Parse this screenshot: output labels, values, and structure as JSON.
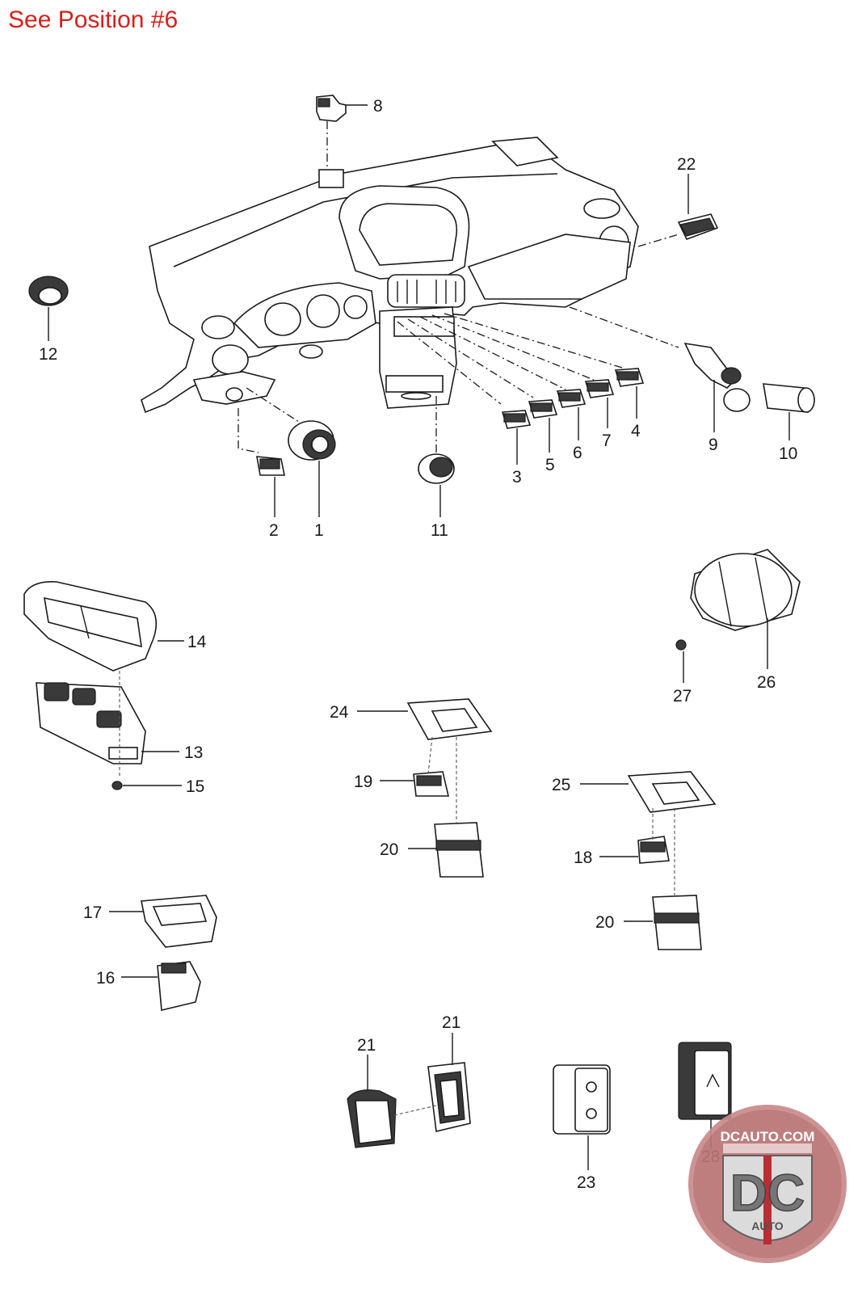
{
  "header": {
    "note": "See Position #6"
  },
  "callouts": [
    {
      "id": "c1",
      "text": "1"
    },
    {
      "id": "c2",
      "text": "2"
    },
    {
      "id": "c3",
      "text": "3"
    },
    {
      "id": "c4",
      "text": "4"
    },
    {
      "id": "c5",
      "text": "5"
    },
    {
      "id": "c6",
      "text": "6"
    },
    {
      "id": "c7",
      "text": "7"
    },
    {
      "id": "c8",
      "text": "8"
    },
    {
      "id": "c9",
      "text": "9"
    },
    {
      "id": "c10",
      "text": "10"
    },
    {
      "id": "c11",
      "text": "11"
    },
    {
      "id": "c12",
      "text": "12"
    },
    {
      "id": "c13",
      "text": "13"
    },
    {
      "id": "c14",
      "text": "14"
    },
    {
      "id": "c15",
      "text": "15"
    },
    {
      "id": "c16",
      "text": "16"
    },
    {
      "id": "c17",
      "text": "17"
    },
    {
      "id": "c18",
      "text": "18"
    },
    {
      "id": "c19",
      "text": "19"
    },
    {
      "id": "c20a",
      "text": "20"
    },
    {
      "id": "c20b",
      "text": "20"
    },
    {
      "id": "c21a",
      "text": "21"
    },
    {
      "id": "c21b",
      "text": "21"
    },
    {
      "id": "c22",
      "text": "22"
    },
    {
      "id": "c23",
      "text": "23"
    },
    {
      "id": "c24",
      "text": "24"
    },
    {
      "id": "c25",
      "text": "25"
    },
    {
      "id": "c26",
      "text": "26"
    },
    {
      "id": "c27",
      "text": "27"
    },
    {
      "id": "c28",
      "text": "28"
    }
  ],
  "watermark": {
    "site": "DCAUTO.COM",
    "monogram": "DC",
    "sub": "AUTO"
  },
  "colors": {
    "header_note": "#d8201c",
    "logo_red": "#b01e24",
    "logo_grey": "#6b6b6b"
  }
}
